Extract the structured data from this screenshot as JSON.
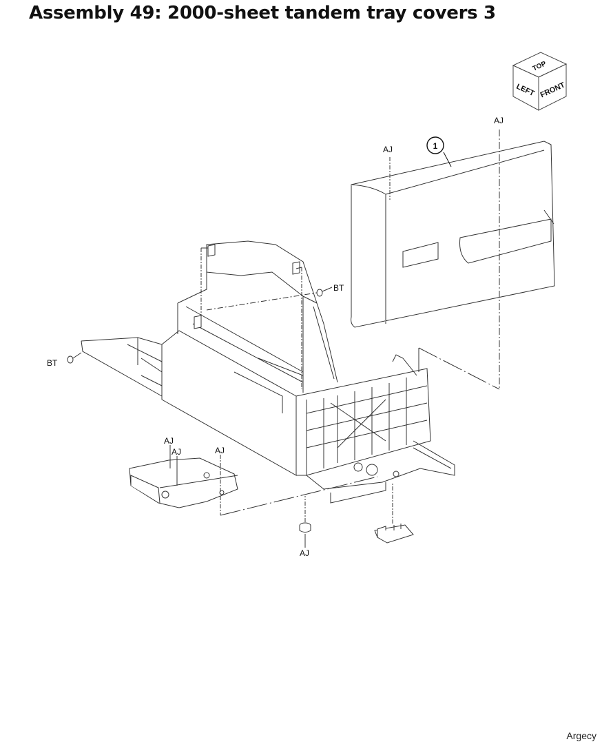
{
  "document": {
    "title": "Assembly 49: 2000-sheet tandem tray covers 3",
    "watermark": "Argecy"
  },
  "orientation_cube": {
    "top": "TOP",
    "left": "LEFT",
    "front": "FRONT"
  },
  "callouts": {
    "part_1": "1",
    "aj_cover_top_right": "AJ",
    "aj_cover_top_left": "AJ",
    "bt_right": "BT",
    "bt_left": "BT",
    "aj_motor_a": "AJ",
    "aj_motor_b": "AJ",
    "aj_motor_c": "AJ",
    "aj_bottom_gear": "AJ"
  }
}
